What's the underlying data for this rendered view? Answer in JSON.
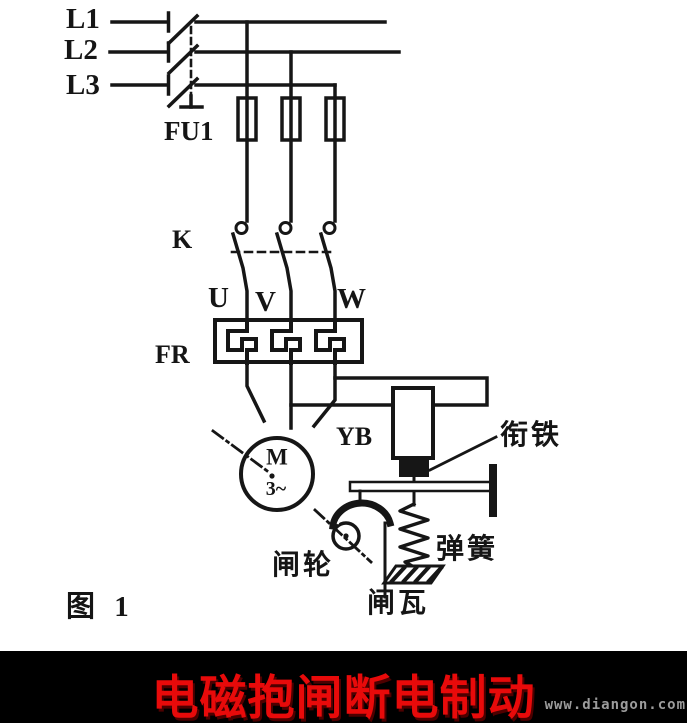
{
  "diagram": {
    "caption": "图 1",
    "phases": [
      "L1",
      "L2",
      "L3"
    ],
    "terminals": [
      "U",
      "V",
      "W"
    ],
    "components": {
      "fuse": "FU1",
      "contactor": "K",
      "thermal_relay": "FR",
      "brake_coil": "YB",
      "motor_letter": "M",
      "motor_phase": "3~"
    },
    "mechanism": {
      "armature": "衔铁",
      "spring": "弹簧",
      "brake_wheel": "闸轮",
      "brake_shoe": "闸瓦"
    }
  },
  "banner": {
    "title": "电磁抱闸断电制动",
    "watermark": "www.diangon.com",
    "title_color": "#e80a0a",
    "background": "#000000",
    "line_color": "#161616"
  }
}
